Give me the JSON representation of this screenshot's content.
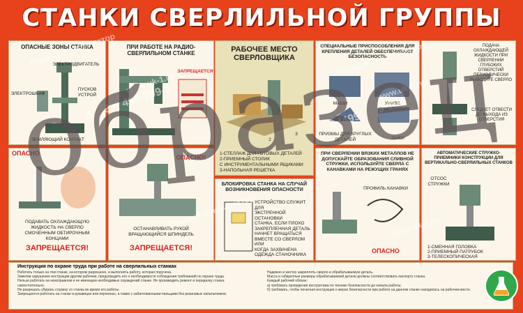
{
  "title": "СТАНКИ СВЕРЛИЛЬНОЙ ГРУППЫ",
  "watermark_big": "образец",
  "watermarks": [
    "Первый Учкомпектор",
    "www.uk-1.ru",
    "8 (499) 499-709-1",
    "Первый Учкомпектор",
    "www.uk-1.ru",
    "8 (499) 499-709-1",
    "Первый Учкомпектор",
    "www.uk-1.ru"
  ],
  "panels": {
    "p1": {
      "title": "ОПАСНЫЕ ЗОНЫ СТАНКА",
      "labels": [
        "ЭЛЕКТРОДВИГАТЕЛЬ",
        "ПУСКОВ УСТРОЙ",
        "ЭЛЕКТРОШКАФ",
        "ЗЕМЛЯЮЩИЙ КОНТАКТ"
      ]
    },
    "p2": {
      "title": "ПРИ РАБОТЕ НА РАДИО-СВЕРЛИЛЬНОМ СТАНКЕ",
      "warn": "ЗАПРЕЩАЕТСЯ"
    },
    "p3": {
      "title": "РАБОЧЕЕ МЕСТО СВЕРЛОВЩИКА",
      "legend": [
        "1-СТЕЛЛАЖ ДЛЯ ГОТОВЫХ ДЕТАЛЕЙ",
        "2-ПРИЕМНЫЙ СТОЛИК",
        "С ИНСТРУМЕНТАЛЬНЫМИ ЯЩИКАМИ",
        "3-НАПОЛЬНАЯ РЕШЕТКА"
      ],
      "nums": [
        "1",
        "2",
        "3"
      ]
    },
    "p4": {
      "title": "СПЕЦИАЛЬНЫЕ ПРИСПОСОБЛЕНИЯ ДЛЯ КРЕПЛЕНИЯ ДЕТАЛЕЙ ОБЕСПЕЧИВАЮТ БЕЗОПАСНОСТЬ",
      "labels": [
        "МАШИ",
        "УНИВЕ",
        "ПРИЗМЫ ДЛЯ КРУГЛЫХ ДЕТАЛЕЙ",
        "ЗАЖИ"
      ]
    },
    "p5": {
      "title": "ПОДАЧА ОХЛАЖДАЮЩЕЙ ЖИДКОСТИ ПРИ СВЕРЛЕНИИ ГЛУБОКИХ ОТВЕРСТИЙ ПЕРИОДИЧЕСКИ ВЫВОДИТЕ СВЕРЛО",
      "side": [
        "СЛЕДУЕТ ОТВЕСТИ ДО ВЫХОДА ИЗ ОТВЕРСТИЯ"
      ]
    },
    "p6": {
      "warn": "ОПАСНО",
      "caption": [
        "ПОДАВАТЬ ОХЛАЖДАЮЩУЮ",
        "ЖИДКОСТЬ НА СВЕРЛО",
        "СМОЧЕННЫМ ОБТИРОЧНЫМ",
        "КОНЦАМИ"
      ],
      "bottom": "ЗАПРЕЩАЕТСЯ!"
    },
    "p7": {
      "warn": "ОПАСНО!",
      "caption": [
        "ОСТАНАВЛИВАТЬ РУКОЙ",
        "ВРАЩАЮЩИЙСЯ ШПИНДЕЛЬ"
      ],
      "bottom": "ЗАПРЕЩАЕТСЯ!"
    },
    "p8": {
      "title": "БЛОКИРОВКА СТАНКА НА СЛУЧАЙ ВОЗНИКНОВЕНИЯ ОПАСНОСТИ",
      "text": [
        "УСТРОЙСТВО СЛУЖИТ ДЛЯ",
        "ЭКСТРЕННОЙ ОСТАНОВКИ",
        "СТАНКА, ЕСЛИ ПЛОХО",
        "ЗАКРЕПЛЕННАЯ ДЕТАЛЬ",
        "НАЧНЕТ ВРАЩАТЬСЯ",
        "ВМЕСТЕ СО СВЕРЛОМ ИЛИ",
        "КОГДА ЗАХВАЧЕНА",
        "ОДЕЖДА СТАНОЧНИКА"
      ]
    },
    "p9": {
      "title": "ПРИ СВЕРЛЕНИИ ВЯЗКИХ МЕТАЛЛОВ НЕ ДОПУСКАЙТЕ ОБРАЗОВАНИЯ СЛИВНОЙ СТРУЖКИ, ИСПОЛЬЗУЙТЕ СВЕРЛА С КАНАВКАМИ НА РЕЖУЩИХ ГРАНЯХ",
      "label": "ПРОФИЛЬ КАНАВКИ",
      "warn": "ОПАСНО"
    },
    "p10": {
      "title": "АВТОМАТИЧЕСКИЕ СТРУЖКО-ПРИЕМНИКИ КОНСТРУКЦИИ ДЛЯ ВЕРТИКАЛЬНО-СВЕРЛИЛЬНЫХ СТАНКОВ",
      "labels": [
        "ОТСОС СТРУЖКИ"
      ],
      "legend": [
        "1-СМЕННАЯ ГОЛОВКА",
        "2-ПРИЕМНЫЙ ПАТРУБОК",
        "3-ТЕЛЕСКОПИЧЕСКАЯ"
      ]
    }
  },
  "bottom": {
    "title": "Инструкция по охране труда при работе на сверлильных станках",
    "left": [
      "Работать только на том станке, на котором разрешено, и выполнять работу, которая поручена.",
      "Заметив нарушение инструкции другим рабочим, предупредить его о необходимости соблюдения требований по охране труда.",
      "Нельзя работать на неисправном и не имеющем необходимых ограждений станке. Не производить ремонт и переделку станка самостоятельно.",
      "Не разрешать убирать стружку со станка во время его работы.",
      "Запрещается работать на станке в рукавицах или перчатках, а также с забинтованными пальцами без резиновых напальчников."
    ],
    "right": [
      "Надежно и жестко закреплять сверло и обрабатываемую деталь.",
      "Масса и габаритные размеры обрабатываемой детали должны соответствовать паспорту станка.",
      "Каждый рабочий обязан:",
      "а) требовать проведения инструктажа по технике безопасности до начала работы;",
      "б) требовать, чтобы печатная инструкция о мерах безопасности при работе на данном станке находилась на рабочем месте."
    ]
  },
  "colors": {
    "background": "#e8421c",
    "panel": "#fbf6e9",
    "warn": "#e02020",
    "badge": "#2fa84a"
  }
}
